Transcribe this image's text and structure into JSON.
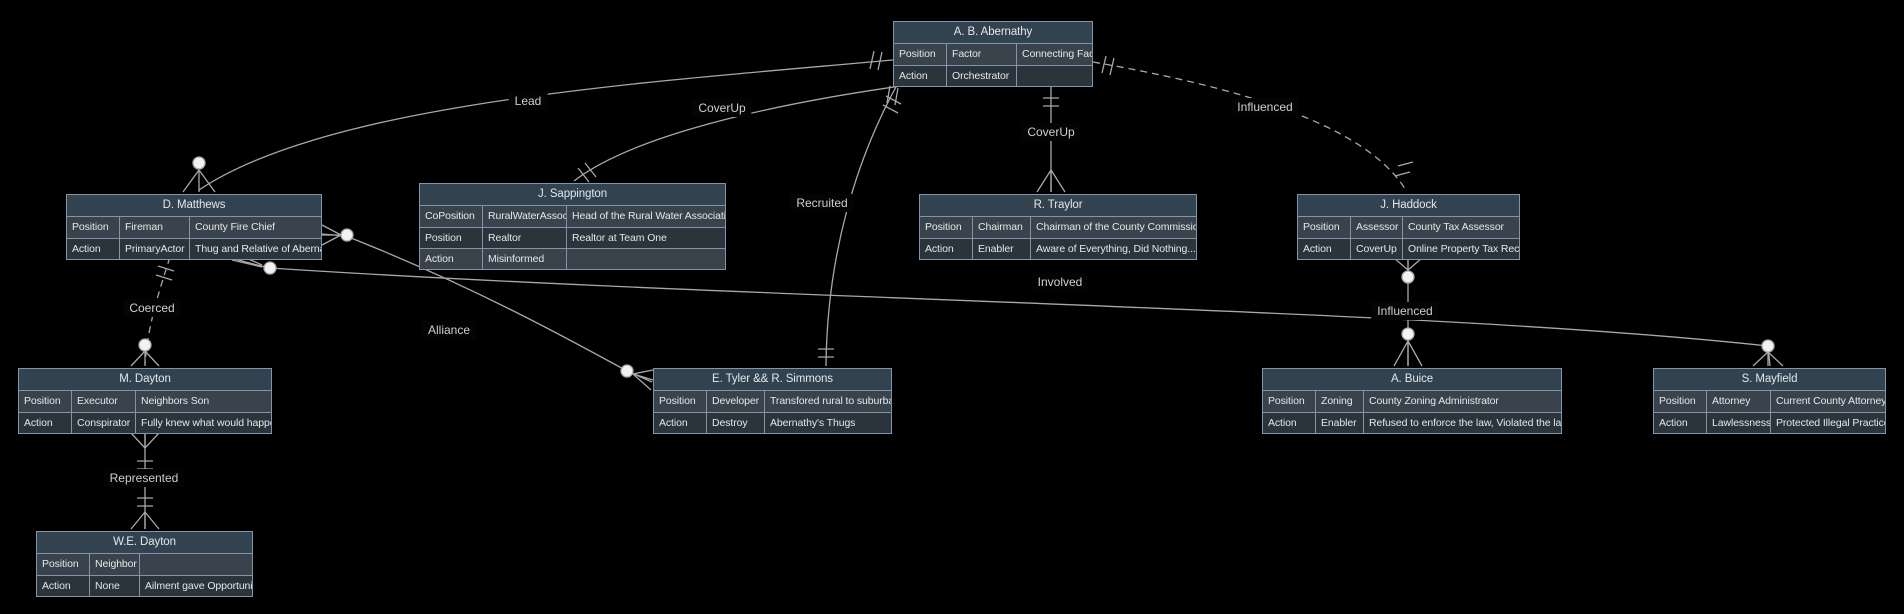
{
  "diagram": {
    "colors": {
      "background": "#000000",
      "entity_border": "#7f95ab",
      "entity_header_bg": "#32424f",
      "row_odd_bg": "#3a434c",
      "row_even_bg": "#2b333b",
      "edge_color": "#a8a8a8",
      "edge_label_color": "#cfcfcf",
      "cardinality_circle_fill": "#f2f2f2",
      "text_color": "#e2e8ec"
    },
    "entities": [
      {
        "name": "A. B. Abernathy",
        "rows": [
          [
            "Position",
            "Factor",
            "Connecting Factor"
          ],
          [
            "Action",
            "Orchestrator",
            ""
          ]
        ]
      },
      {
        "name": "D. Matthews",
        "rows": [
          [
            "Position",
            "Fireman",
            "County Fire Chief"
          ],
          [
            "Action",
            "PrimaryActor",
            "Thug and Relative of Abernathy"
          ]
        ]
      },
      {
        "name": "J. Sappington",
        "rows": [
          [
            "CoPosition",
            "RuralWaterAssoc",
            "Head of the Rural Water Association"
          ],
          [
            "Position",
            "Realtor",
            "Realtor at Team One"
          ],
          [
            "Action",
            "Misinformed",
            ""
          ]
        ]
      },
      {
        "name": "R. Traylor",
        "rows": [
          [
            "Position",
            "Chairman",
            "Chairman of the County Commissioners"
          ],
          [
            "Action",
            "Enabler",
            "Aware of Everything, Did Nothing..."
          ]
        ]
      },
      {
        "name": "J. Haddock",
        "rows": [
          [
            "Position",
            "Assessor",
            "County Tax Assessor"
          ],
          [
            "Action",
            "CoverUp",
            "Online Property Tax Records"
          ]
        ]
      },
      {
        "name": "M. Dayton",
        "rows": [
          [
            "Position",
            "Executor",
            "Neighbors Son"
          ],
          [
            "Action",
            "Conspirator",
            "Fully knew what would happen"
          ]
        ]
      },
      {
        "name": "E. Tyler && R. Simmons",
        "rows": [
          [
            "Position",
            "Developer",
            "Transfored rural to suburban"
          ],
          [
            "Action",
            "Destroy",
            "Abernathy's Thugs"
          ]
        ]
      },
      {
        "name": "A. Buice",
        "rows": [
          [
            "Position",
            "Zoning",
            "County Zoning Administrator"
          ],
          [
            "Action",
            "Enabler",
            "Refused to enforce the law, Violated the law"
          ]
        ]
      },
      {
        "name": "S. Mayfield",
        "rows": [
          [
            "Position",
            "Attorney",
            "Current County Attorney"
          ],
          [
            "Action",
            "Lawlessness",
            "Protected Illegal Practices"
          ]
        ]
      },
      {
        "name": "W.E. Dayton",
        "rows": [
          [
            "Position",
            "Neighbor",
            ""
          ],
          [
            "Action",
            "None",
            "Ailment gave Opportunity"
          ]
        ]
      }
    ],
    "edges": [
      {
        "label": "Lead",
        "from": "A. B. Abernathy",
        "to": "D. Matthews",
        "style": "solid"
      },
      {
        "label": "CoverUp",
        "from": "A. B. Abernathy",
        "to": "J. Sappington",
        "style": "solid"
      },
      {
        "label": "CoverUp",
        "from": "A. B. Abernathy",
        "to": "R. Traylor",
        "style": "solid"
      },
      {
        "label": "Influenced",
        "from": "A. B. Abernathy",
        "to": "J. Haddock",
        "style": "dashed"
      },
      {
        "label": "Recruited",
        "from": "A. B. Abernathy",
        "to": "E. Tyler && R. Simmons",
        "style": "solid"
      },
      {
        "label": "Coerced",
        "from": "D. Matthews",
        "to": "M. Dayton",
        "style": "dashed"
      },
      {
        "label": "Alliance",
        "from": "D. Matthews",
        "to": "E. Tyler && R. Simmons",
        "style": "solid"
      },
      {
        "label": "Involved",
        "from": "D. Matthews",
        "to": "S. Mayfield",
        "style": "solid"
      },
      {
        "label": "Influenced",
        "from": "J. Haddock",
        "to": "A. Buice",
        "style": "solid"
      },
      {
        "label": "Represented",
        "from": "M. Dayton",
        "to": "W.E. Dayton",
        "style": "solid"
      }
    ]
  }
}
